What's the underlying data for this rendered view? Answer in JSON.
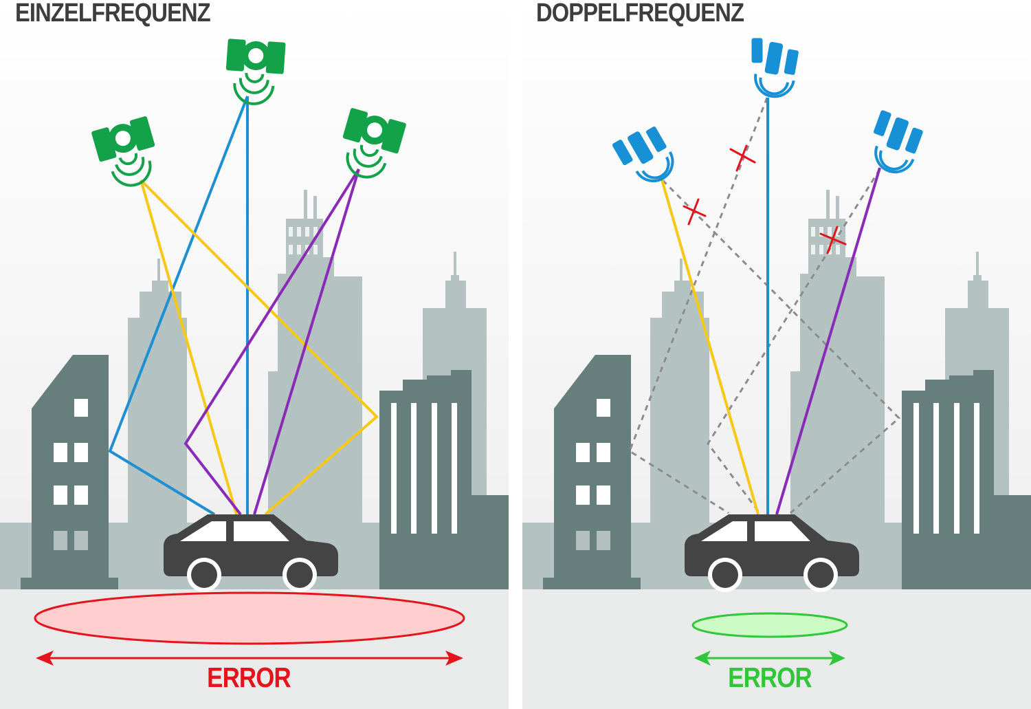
{
  "panels": [
    {
      "id": "left",
      "title": "EINZELFREQUENZ",
      "error_label": "ERROR",
      "satellite_color": "#13a24a",
      "error_color": "#e3141b",
      "error_fill": "#ffcfd0"
    },
    {
      "id": "right",
      "title": "DOPPELFREQUENZ",
      "error_label": "ERROR",
      "satellite_color": "#1790d6",
      "error_color": "#31c53a",
      "error_fill": "#ccfbc6"
    }
  ],
  "colors": {
    "signal_blue": "#1f8fd2",
    "signal_yellow": "#f6c818",
    "signal_purple": "#8a2bb8",
    "blocked_path": "#8c8c8c",
    "blocked_mark": "#e3141b",
    "building_dark": "#667e7c",
    "building_light": "#b4c3c1",
    "car": "#444444",
    "ground": "#e9eaea"
  },
  "icons": [
    "satellite-icon",
    "car-icon",
    "building",
    "double-arrow",
    "cross-mark"
  ]
}
